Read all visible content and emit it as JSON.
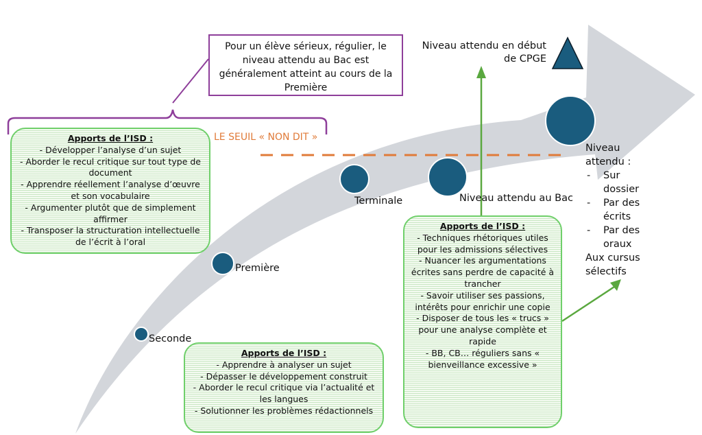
{
  "callout": {
    "text": "Pour un élève sérieux, régulier, le niveau attendu au Bac est généralement atteint au cours de la Première"
  },
  "seuil_label": "LE SEUIL « NON DIT »",
  "cpge_label": "Niveau attendu en début de CPGE",
  "stages": {
    "seconde": "Seconde",
    "premiere": "Première",
    "terminale": "Terminale",
    "bac": "Niveau attendu au Bac"
  },
  "niveau_attendu": {
    "heading": "Niveau attendu :",
    "items": [
      "Sur dossier",
      "Par des écrits",
      "Par des oraux"
    ],
    "footer": "Aux cursus sélectifs"
  },
  "isd_boxes": [
    {
      "title": "Apports de l’ISD :",
      "items": [
        "- Développer l’analyse d’un sujet",
        "- Aborder le recul critique sur tout type de document",
        "- Apprendre réellement l’analyse d’œuvre et son vocabulaire",
        "- Argumenter plutôt que de simplement affirmer",
        "- Transposer la structuration intellectuelle de l’écrit à l’oral"
      ]
    },
    {
      "title": "Apports de l’ISD :",
      "items": [
        "- Apprendre à analyser un sujet",
        "- Dépasser le développement construit",
        "- Aborder le recul critique via l’actualité et les langues",
        "- Solutionner les problèmes rédactionnels"
      ]
    },
    {
      "title": "Apports de l’ISD :",
      "items": [
        "- Techniques rhétoriques utiles pour les admissions sélectives",
        "- Nuancer les argumentations écrites sans perdre de capacité à trancher",
        "- Savoir utiliser ses passions, intérêts pour enrichir une copie",
        "- Disposer de tous les « trucs » pour une analyse complète et rapide",
        "- BB, CB… réguliers sans « bienveillance excessive »"
      ]
    }
  ],
  "colors": {
    "arrow": "#d3d6db",
    "dot": "#1a5c7e",
    "callout_border": "#8e3e9a",
    "seuil": "#e07b39",
    "green": "#5aa83f",
    "box_border": "#6fcf6a"
  }
}
